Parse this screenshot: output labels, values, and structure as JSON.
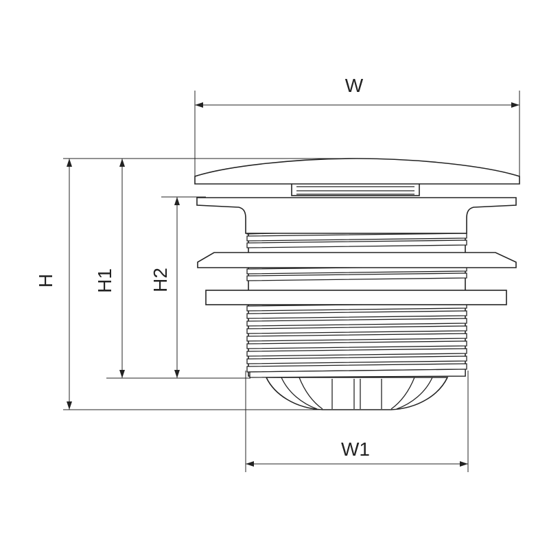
{
  "dimensions": {
    "width": "W",
    "height": "H",
    "height_1": "H1",
    "height_2": "H2",
    "width_1": "W1"
  }
}
